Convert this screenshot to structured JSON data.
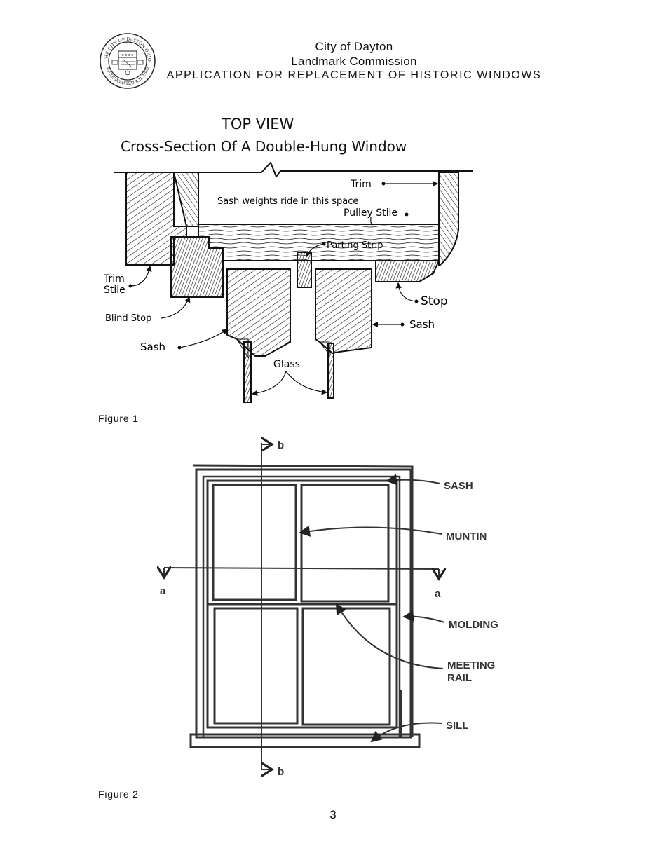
{
  "header": {
    "line1": "City of Dayton",
    "line2": "Landmark Commission",
    "line3": "APPLICATION FOR REPLACEMENT OF HISTORIC WINDOWS"
  },
  "seal": {
    "text_top": "THE CITY OF DAYTON OHIO",
    "text_bottom": "INCORPORATED A.D. 1805"
  },
  "figure1": {
    "title1": "TOP VIEW",
    "title2": "Cross-Section Of A Double-Hung Window",
    "labels": {
      "trim_top": "Trim",
      "sash_weights": "Sash weights ride in this space",
      "pulley_stile": "Pulley Stile",
      "parting_strip": "Parting Strip",
      "trim_stile_1": "Trim",
      "trim_stile_2": "Stile",
      "blind_stop": "Blind Stop",
      "stop": "Stop",
      "sash_right": "Sash",
      "sash_left": "Sash",
      "glass": "Glass"
    },
    "caption": "Figure 1"
  },
  "figure2": {
    "labels": {
      "sash": "SASH",
      "muntin": "MUNTIN",
      "molding": "MOLDING",
      "meeting_rail_1": "MEETING",
      "meeting_rail_2": "RAIL",
      "sill": "SILL",
      "b_top": "b",
      "b_bottom": "b",
      "a_left": "a",
      "a_right": "a"
    },
    "caption": "Figure 2"
  },
  "page_number": "3"
}
